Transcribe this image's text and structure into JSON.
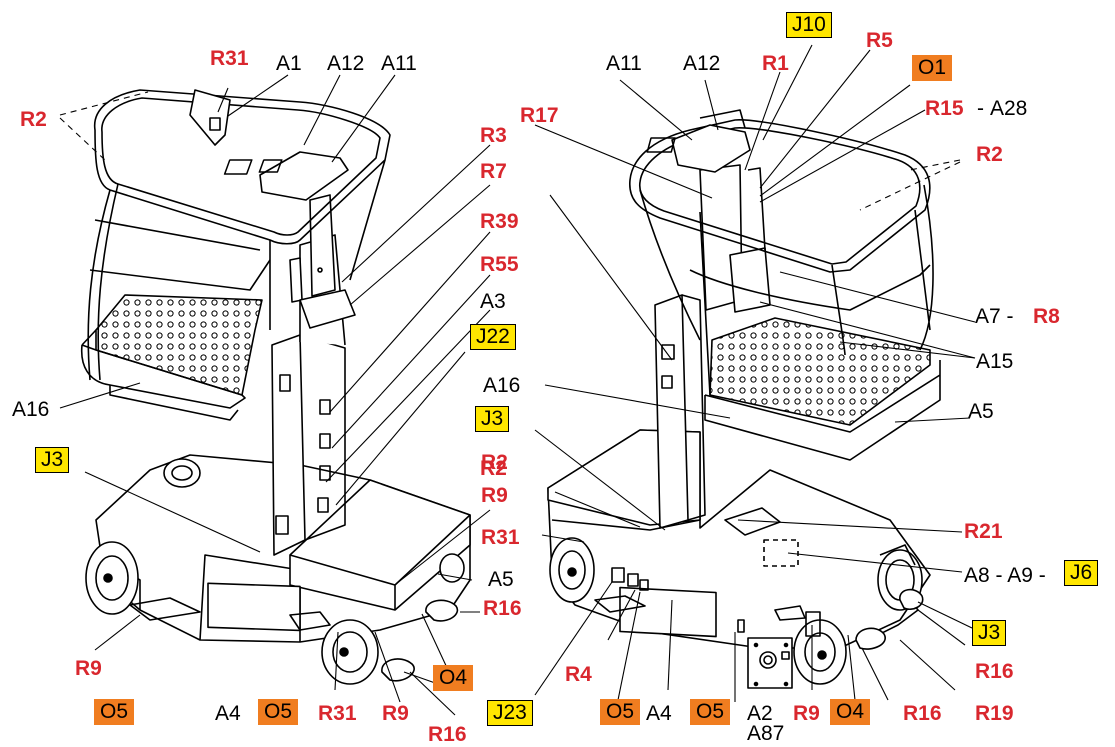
{
  "colors": {
    "line": "#000000",
    "red_text": "#d9272e",
    "yellow_box": "#ffe600",
    "orange_box": "#f07d20",
    "box_text": "#000000",
    "plain_text": "#000000"
  },
  "callouts": [
    {
      "id": "r31-top-left",
      "text": "R31",
      "kind": "red"
    },
    {
      "id": "a1",
      "text": "A1",
      "kind": "plain"
    },
    {
      "id": "a12-left",
      "text": "A12",
      "kind": "plain"
    },
    {
      "id": "a11-left",
      "text": "A11",
      "kind": "plain"
    },
    {
      "id": "r2-left",
      "text": "R2",
      "kind": "red"
    },
    {
      "id": "r3",
      "text": "R3",
      "kind": "red"
    },
    {
      "id": "r7",
      "text": "R7",
      "kind": "red"
    },
    {
      "id": "r39",
      "text": "R39",
      "kind": "red"
    },
    {
      "id": "r55",
      "text": "R55",
      "kind": "red"
    },
    {
      "id": "a3",
      "text": "A3",
      "kind": "plain"
    },
    {
      "id": "j22",
      "text": "J22",
      "kind": "yellow"
    },
    {
      "id": "a16-left",
      "text": "A16",
      "kind": "plain"
    },
    {
      "id": "j3-left",
      "text": "J3",
      "kind": "yellow"
    },
    {
      "id": "r2-mid",
      "text": "R2",
      "kind": "red"
    },
    {
      "id": "a5-left",
      "text": "A5",
      "kind": "plain"
    },
    {
      "id": "r16-left-1",
      "text": "R16",
      "kind": "red"
    },
    {
      "id": "r9-left-1",
      "text": "R9",
      "kind": "red"
    },
    {
      "id": "o4-left",
      "text": "O4",
      "kind": "orange"
    },
    {
      "id": "o5-left-1",
      "text": "O5",
      "kind": "orange"
    },
    {
      "id": "a4-left",
      "text": "A4",
      "kind": "plain"
    },
    {
      "id": "o5-left-2",
      "text": "O5",
      "kind": "orange"
    },
    {
      "id": "r31-left-bottom",
      "text": "R31",
      "kind": "red"
    },
    {
      "id": "r9-left-2",
      "text": "R9",
      "kind": "red"
    },
    {
      "id": "r16-left-2",
      "text": "R16",
      "kind": "red"
    },
    {
      "id": "j23",
      "text": "J23",
      "kind": "yellow"
    },
    {
      "id": "a11-right",
      "text": "A11",
      "kind": "plain"
    },
    {
      "id": "a12-right",
      "text": "A12",
      "kind": "plain"
    },
    {
      "id": "j10",
      "text": "J10",
      "kind": "yellow"
    },
    {
      "id": "r1",
      "text": "R1",
      "kind": "red"
    },
    {
      "id": "r5",
      "text": "R5",
      "kind": "red"
    },
    {
      "id": "o1",
      "text": "O1",
      "kind": "orange"
    },
    {
      "id": "r15",
      "text": "R15",
      "kind": "red"
    },
    {
      "id": "a28-dash",
      "text": "-",
      "kind": "plain"
    },
    {
      "id": "a28",
      "text": "A28",
      "kind": "plain"
    },
    {
      "id": "r17",
      "text": "R17",
      "kind": "red"
    },
    {
      "id": "r2-right",
      "text": "R2",
      "kind": "red"
    },
    {
      "id": "a7",
      "text": "A7 -",
      "kind": "plain"
    },
    {
      "id": "r8",
      "text": "R8",
      "kind": "red"
    },
    {
      "id": "a15",
      "text": "A15",
      "kind": "plain"
    },
    {
      "id": "a16-right",
      "text": "A16",
      "kind": "plain"
    },
    {
      "id": "a5-right",
      "text": "A5",
      "kind": "plain"
    },
    {
      "id": "j3-right-top",
      "text": "J3",
      "kind": "yellow"
    },
    {
      "id": "r2-right-low",
      "text": "R2",
      "kind": "red"
    },
    {
      "id": "r9-right-1",
      "text": "R9",
      "kind": "red"
    },
    {
      "id": "r31-right",
      "text": "R31",
      "kind": "red"
    },
    {
      "id": "r21",
      "text": "R21",
      "kind": "red"
    },
    {
      "id": "a8-a9",
      "text": "A8 - A9 -",
      "kind": "plain"
    },
    {
      "id": "j6",
      "text": "J6",
      "kind": "yellow"
    },
    {
      "id": "j3-right-bottom",
      "text": "J3",
      "kind": "yellow"
    },
    {
      "id": "r4",
      "text": "R4",
      "kind": "red"
    },
    {
      "id": "r16-right-1",
      "text": "R16",
      "kind": "red"
    },
    {
      "id": "o5-right-1",
      "text": "O5",
      "kind": "orange"
    },
    {
      "id": "a4-right",
      "text": "A4",
      "kind": "plain"
    },
    {
      "id": "o5-right-2",
      "text": "O5",
      "kind": "orange"
    },
    {
      "id": "a2",
      "text": "A2",
      "kind": "plain"
    },
    {
      "id": "a87",
      "text": "A87",
      "kind": "plain"
    },
    {
      "id": "r9-right-2",
      "text": "R9",
      "kind": "red"
    },
    {
      "id": "o4-right",
      "text": "O4",
      "kind": "orange"
    },
    {
      "id": "r16-right-2",
      "text": "R16",
      "kind": "red"
    },
    {
      "id": "r19",
      "text": "R19",
      "kind": "red"
    }
  ]
}
